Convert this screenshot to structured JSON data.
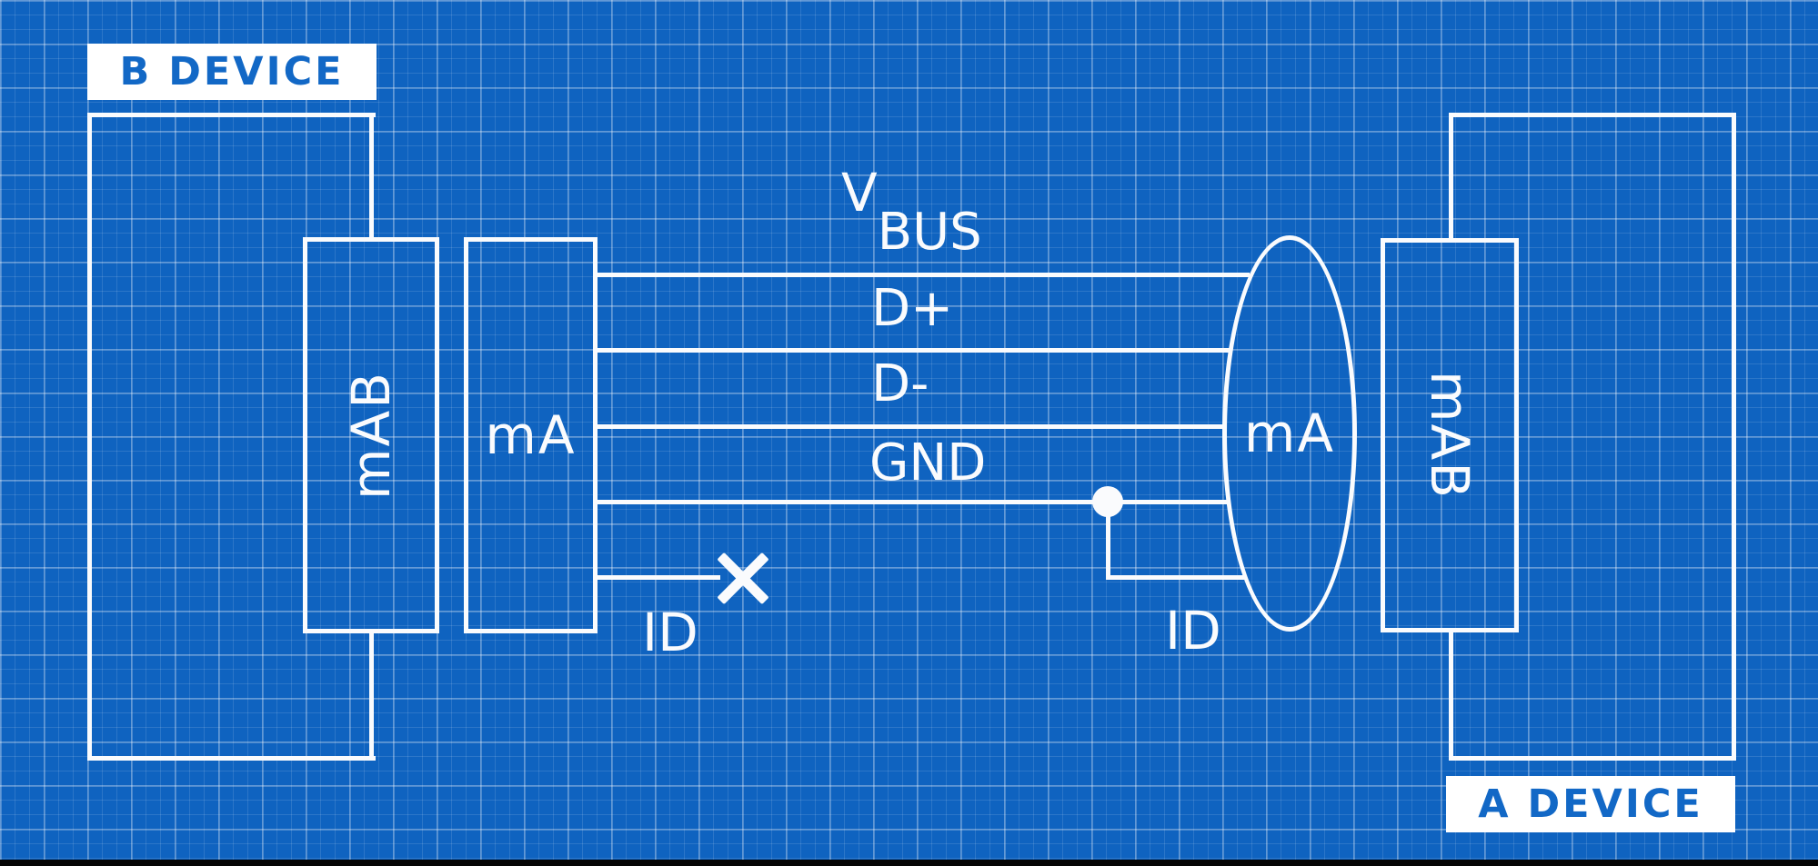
{
  "colors": {
    "background_blue": "#0f63c0",
    "line_white": "#fafbfd",
    "label_box_white": "#ffffff",
    "label_text_blue": "#1268c6"
  },
  "b_device": {
    "label": "B DEVICE"
  },
  "a_device": {
    "label": "A DEVICE"
  },
  "connectors": {
    "left_receptacle_label": "mAB",
    "left_plug_label": "mA",
    "overmold_label": "mA",
    "right_receptacle_label": "mAB"
  },
  "wires": {
    "vbus": {
      "main": "V",
      "sub": "BUS"
    },
    "dplus": {
      "label": "D+"
    },
    "dminus": {
      "label": "D-"
    },
    "gnd": {
      "label": "GND"
    },
    "id_b": {
      "label": "ID"
    },
    "id_a": {
      "label": "ID"
    }
  }
}
